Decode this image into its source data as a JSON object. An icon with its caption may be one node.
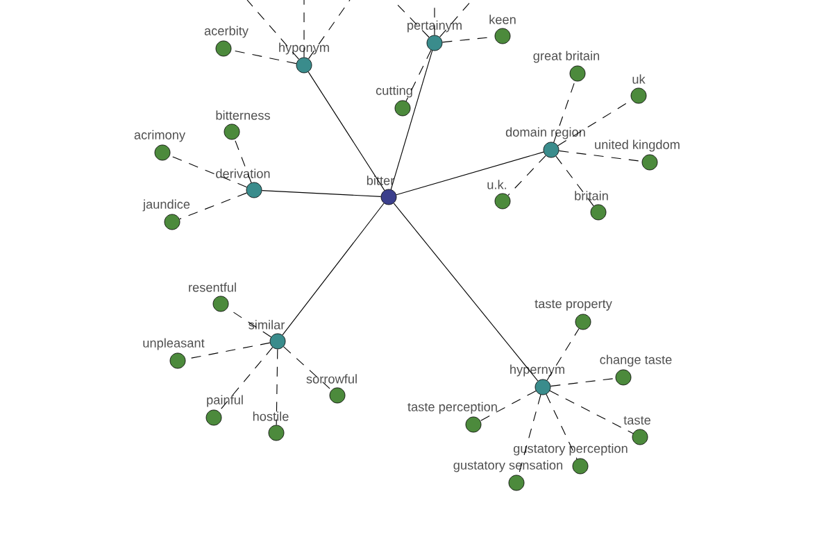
{
  "diagram": {
    "nodes": [
      {
        "text": [
          "bitter"
        ]
      },
      {
        "text": [
          "hyponym"
        ]
      },
      {
        "text": [
          "pertainym"
        ]
      },
      {
        "text": [
          "domain region"
        ]
      },
      {
        "text": [
          "derivation"
        ]
      },
      {
        "text": [
          "similar"
        ]
      },
      {
        "text": [
          "hypernym"
        ]
      },
      {
        "text": [
          "acerbity"
        ]
      },
      {
        "text": [
          "keen"
        ]
      },
      {
        "text": [
          "cutting"
        ]
      },
      {
        "text": [
          "great britain"
        ]
      },
      {
        "text": [
          "uk"
        ]
      },
      {
        "text": [
          "united kingdom"
        ]
      },
      {
        "text": [
          "u.k."
        ]
      },
      {
        "text": [
          "britain"
        ]
      },
      {
        "text": [
          "bitterness"
        ]
      },
      {
        "text": [
          "acrimony"
        ]
      },
      {
        "text": [
          "jaundice"
        ]
      },
      {
        "text": [
          "resentful"
        ]
      },
      {
        "text": [
          "unpleasant"
        ]
      },
      {
        "text": [
          "sorrowful"
        ]
      },
      {
        "text": [
          "painful"
        ]
      },
      {
        "text": [
          "hostile"
        ]
      },
      {
        "text": [
          "taste property"
        ]
      },
      {
        "text": [
          "change taste"
        ]
      },
      {
        "text": [
          "taste perception"
        ]
      },
      {
        "text": [
          "taste"
        ]
      },
      {
        "text": [
          "gustatory perception"
        ]
      },
      {
        "text": [
          "gustatory sensation"
        ]
      }
    ],
    "edges": [
      {
        "from": 0,
        "to": 1,
        "arrow": "none"
      },
      {
        "from": 0,
        "to": 2,
        "arrow": "none"
      },
      {
        "from": 0,
        "to": 3,
        "arrow": "none"
      },
      {
        "from": 0,
        "to": 4,
        "arrow": "none"
      },
      {
        "from": 0,
        "to": 5,
        "arrow": "none"
      },
      {
        "from": 0,
        "to": 6,
        "arrow": "none"
      },
      {
        "from": 1,
        "to": 7,
        "arrow": "none",
        "style": "dashed"
      },
      {
        "from": 1,
        "to": null,
        "arrow": "none",
        "style": "dashed"
      },
      {
        "from": 1,
        "to": null,
        "arrow": "none",
        "style": "dashed"
      },
      {
        "from": 1,
        "to": null,
        "arrow": "none",
        "style": "dashed"
      },
      {
        "from": 2,
        "to": 8,
        "arrow": "none",
        "style": "dashed"
      },
      {
        "from": 2,
        "to": 9,
        "arrow": "none",
        "style": "dashed"
      },
      {
        "from": 2,
        "to": null,
        "arrow": "none",
        "style": "dashed"
      },
      {
        "from": 2,
        "to": null,
        "arrow": "none",
        "style": "dashed"
      },
      {
        "from": 2,
        "to": null,
        "arrow": "none",
        "style": "dashed"
      },
      {
        "from": 3,
        "to": 10,
        "arrow": "none",
        "style": "dashed"
      },
      {
        "from": 3,
        "to": 11,
        "arrow": "none",
        "style": "dashed"
      },
      {
        "from": 3,
        "to": 12,
        "arrow": "none",
        "style": "dashed"
      },
      {
        "from": 3,
        "to": 13,
        "arrow": "none",
        "style": "dashed"
      },
      {
        "from": 3,
        "to": 14,
        "arrow": "none",
        "style": "dashed"
      },
      {
        "from": 4,
        "to": 15,
        "arrow": "none",
        "style": "dashed"
      },
      {
        "from": 4,
        "to": 16,
        "arrow": "none",
        "style": "dashed"
      },
      {
        "from": 4,
        "to": 17,
        "arrow": "none",
        "style": "dashed"
      },
      {
        "from": 5,
        "to": 18,
        "arrow": "none",
        "style": "dashed"
      },
      {
        "from": 5,
        "to": 19,
        "arrow": "none",
        "style": "dashed"
      },
      {
        "from": 5,
        "to": 20,
        "arrow": "none",
        "style": "dashed"
      },
      {
        "from": 5,
        "to": 21,
        "arrow": "none",
        "style": "dashed"
      },
      {
        "from": 5,
        "to": 22,
        "arrow": "none",
        "style": "dashed"
      },
      {
        "from": 6,
        "to": 23,
        "arrow": "none",
        "style": "dashed"
      },
      {
        "from": 6,
        "to": 24,
        "arrow": "none",
        "style": "dashed"
      },
      {
        "from": 6,
        "to": 25,
        "arrow": "none",
        "style": "dashed"
      },
      {
        "from": 6,
        "to": 26,
        "arrow": "none",
        "style": "dashed"
      },
      {
        "from": 6,
        "to": 27,
        "arrow": "none",
        "style": "dashed"
      },
      {
        "from": 6,
        "to": 28,
        "arrow": "none",
        "style": "dashed"
      }
    ]
  }
}
